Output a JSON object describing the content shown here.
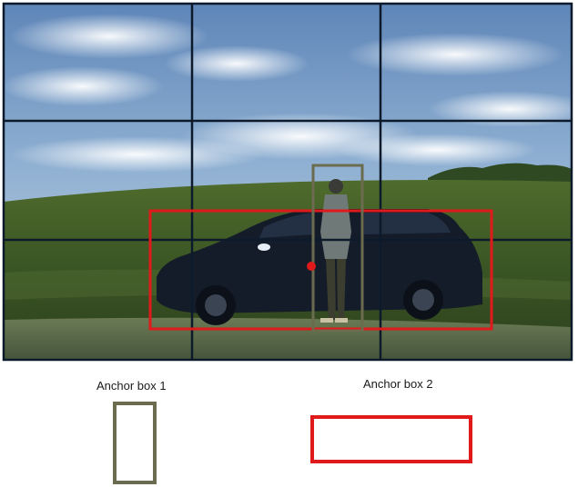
{
  "diagram": {
    "grid": {
      "rows": 3,
      "cols": 3
    },
    "colors": {
      "grid_line": "#0d1a2b",
      "anchor1": "#6b6b4f",
      "anchor2": "#e01a1a",
      "center_point": "#e01a1a"
    },
    "anchor_labels": [
      "Anchor box 1",
      "Anchor box 2"
    ]
  }
}
